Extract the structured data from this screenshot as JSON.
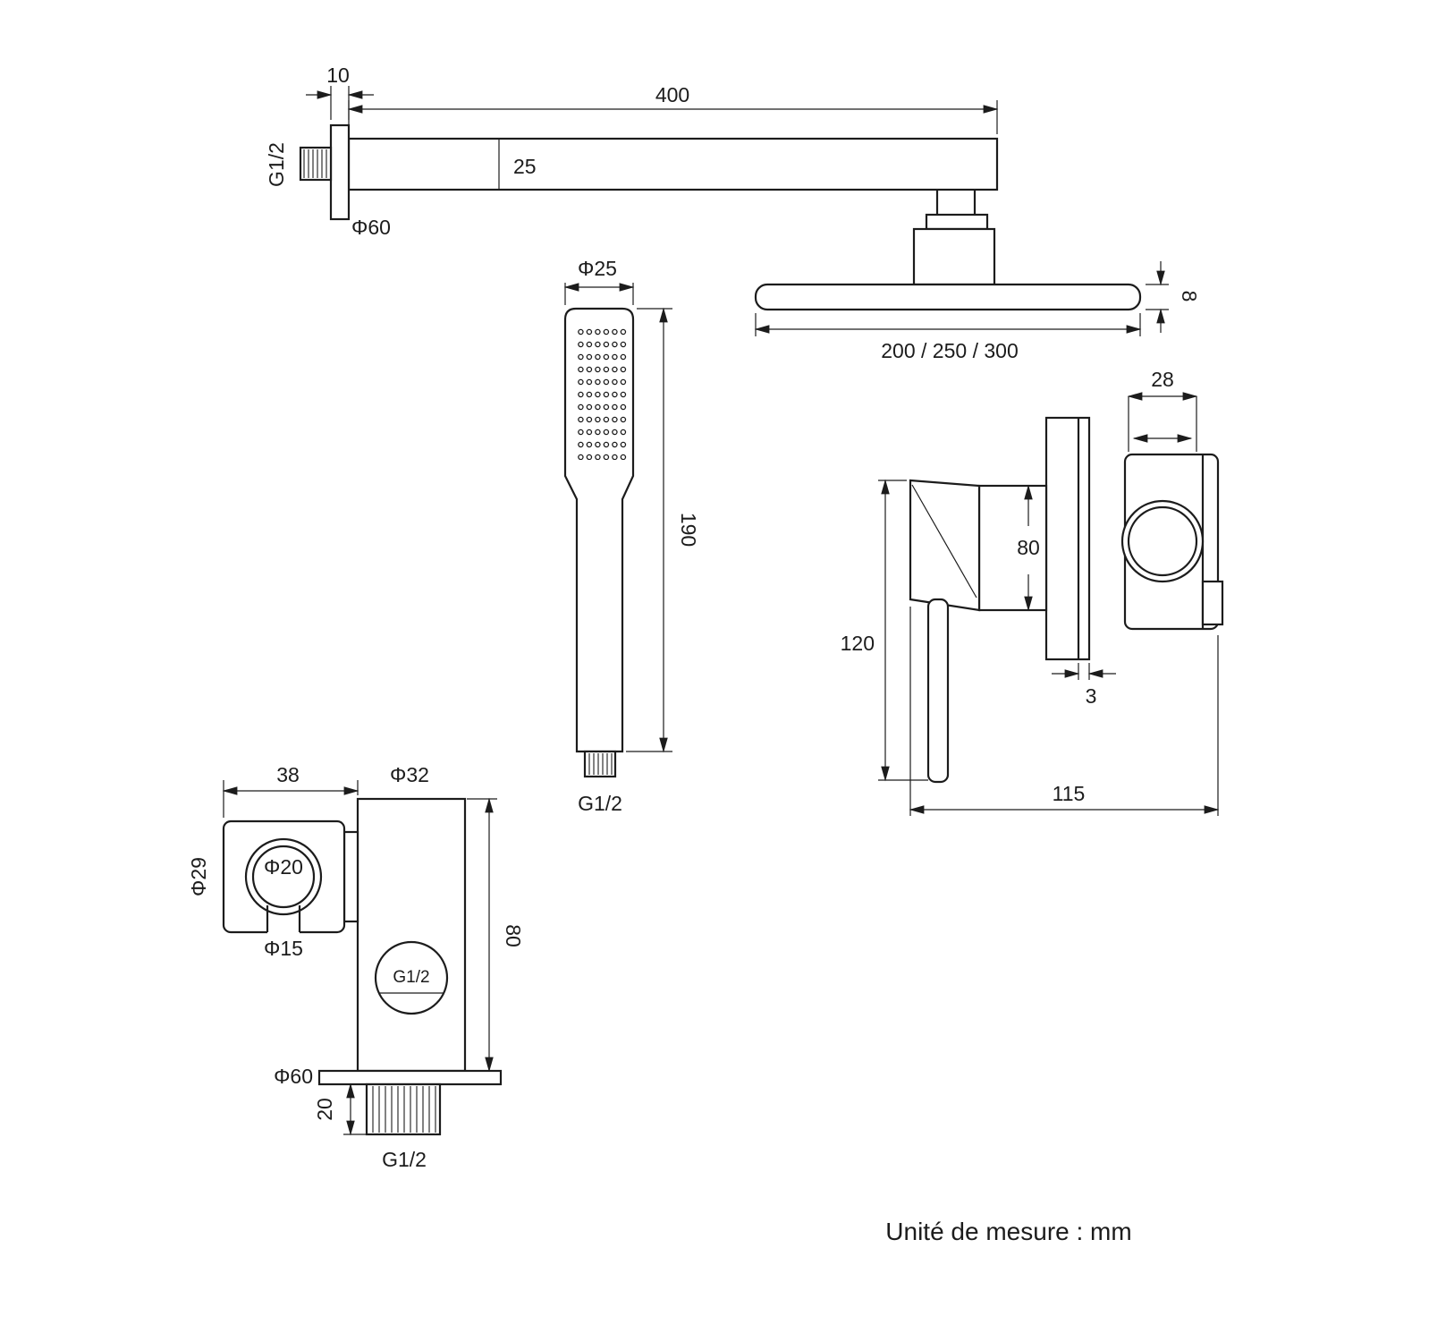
{
  "note": {
    "unit": "Unité de mesure : mm"
  },
  "shower_arm": {
    "dim_flange_width": "10",
    "dim_length": "400",
    "dim_bar": "25",
    "thread": "G1/2",
    "flange_dia": "Φ60"
  },
  "shower_head": {
    "dim_thickness": "8",
    "dim_diameters": "200 / 250 / 300"
  },
  "hand_shower": {
    "dim_dia": "Φ25",
    "dim_length": "190",
    "thread": "G1/2"
  },
  "mixer": {
    "dim_knob": "28",
    "dim_body": "80",
    "dim_handle": "120",
    "dim_plate": "3",
    "dim_depth": "115"
  },
  "outlet": {
    "dim_holder_w": "38",
    "dim_body_dia": "Φ32",
    "dim_holder_dia": "Φ29",
    "dim_ring_dia": "Φ20",
    "dim_hook": "Φ15",
    "dim_body_h": "80",
    "port_thread": "G1/2",
    "dim_flange_dia": "Φ60",
    "dim_thread_len": "20",
    "thread": "G1/2"
  }
}
